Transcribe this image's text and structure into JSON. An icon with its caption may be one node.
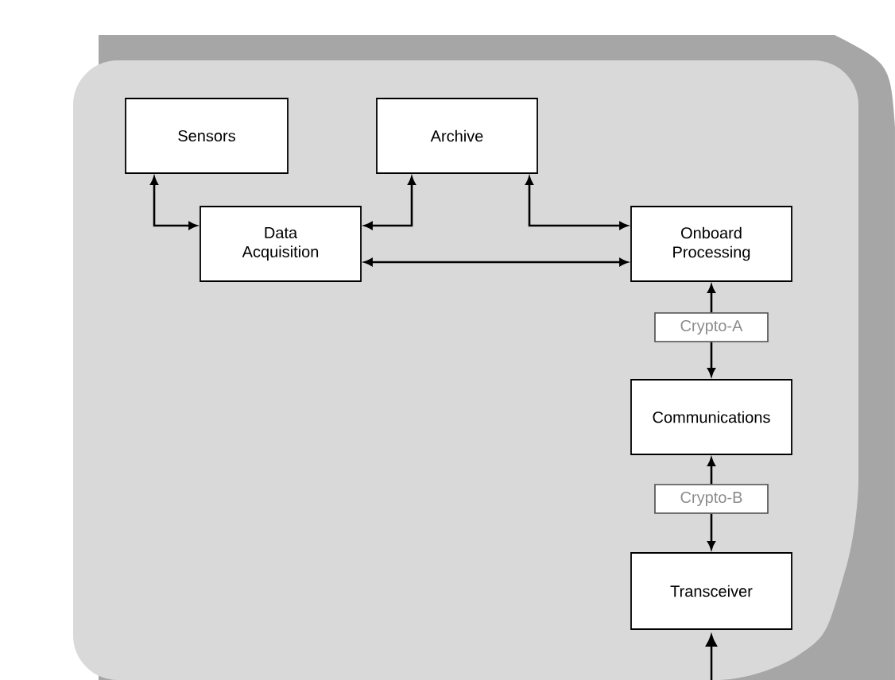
{
  "diagram": {
    "nodes": [
      {
        "text": [
          "Sensors"
        ]
      },
      {
        "text": [
          "Archive"
        ]
      },
      {
        "text": [
          "Data Acquisition"
        ]
      },
      {
        "text": [
          "Onboard Processing"
        ]
      },
      {
        "text": [
          "Crypto-A"
        ]
      },
      {
        "text": [
          "Communications"
        ]
      },
      {
        "text": [
          "Crypto-B"
        ]
      },
      {
        "text": [
          "Transceiver"
        ]
      }
    ],
    "edges": [
      {
        "from": 0,
        "to": 2,
        "arrow": "both"
      },
      {
        "from": 2,
        "to": 1,
        "arrow": "both"
      },
      {
        "from": 1,
        "to": 3,
        "arrow": "both"
      },
      {
        "from": 2,
        "to": 3,
        "arrow": "both"
      },
      {
        "from": 4,
        "to": 3,
        "arrow": "to"
      },
      {
        "from": 4,
        "to": 5,
        "arrow": "to"
      },
      {
        "from": 6,
        "to": 5,
        "arrow": "to"
      },
      {
        "from": 6,
        "to": 7,
        "arrow": "to"
      },
      {
        "from": null,
        "to": 7,
        "arrow": "to"
      }
    ]
  }
}
